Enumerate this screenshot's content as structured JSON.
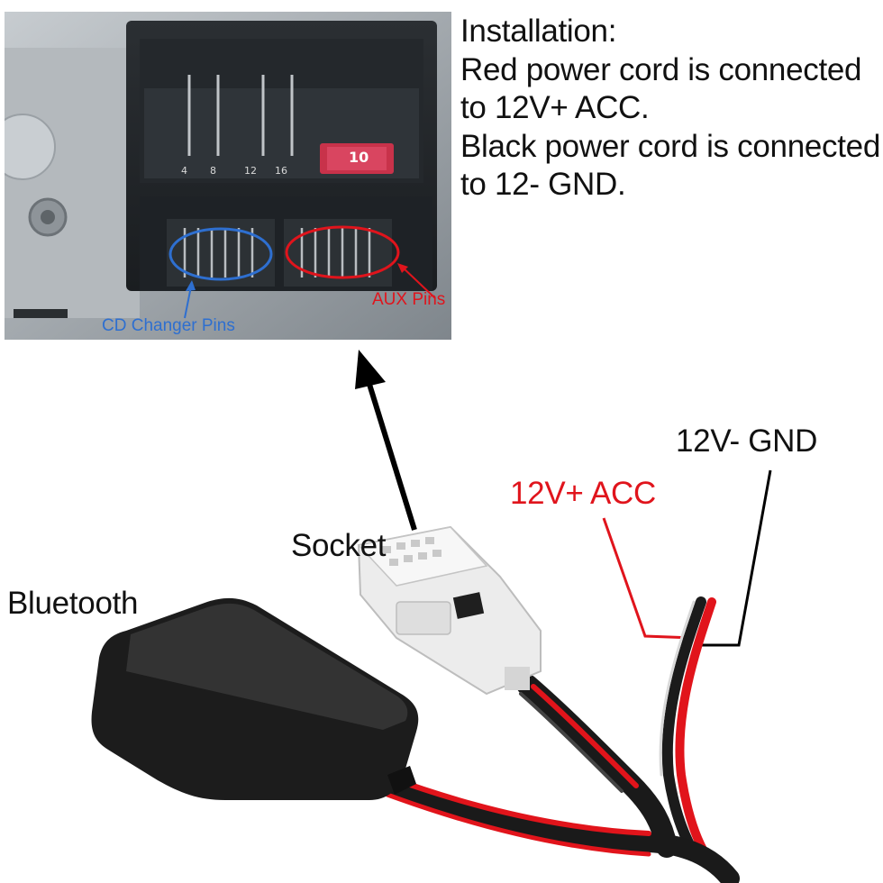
{
  "instructions": {
    "heading": "Installation:",
    "lines": [
      "Red power cord is connected",
      "to 12V+ ACC.",
      "Black power cord is connected",
      "to 12- GND."
    ]
  },
  "photo": {
    "cd_changer_label": "CD Changer Pins",
    "aux_label": "AUX Pins",
    "fuse_label": "10",
    "pin_numbers": [
      "4",
      "8",
      "12",
      "16"
    ]
  },
  "labels": {
    "socket": "Socket",
    "bluetooth": "Bluetooth",
    "acc": "12V+ ACC",
    "gnd": "12V- GND"
  },
  "colors": {
    "accent_red": "#e0141c",
    "accent_blue": "#2e6fd0",
    "text": "#111111"
  }
}
